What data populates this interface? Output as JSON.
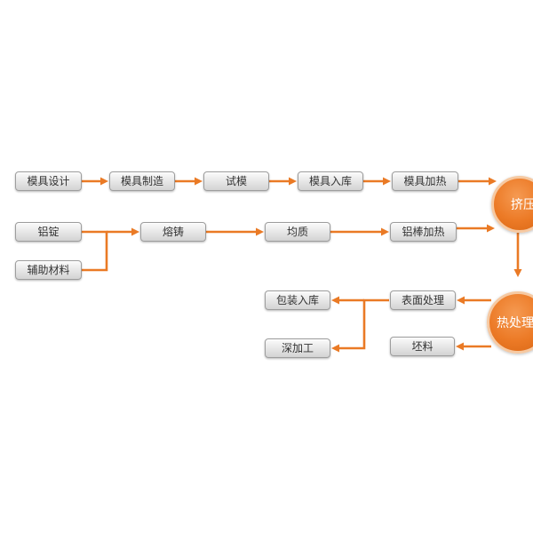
{
  "colors": {
    "arrow": "#ea7a25",
    "node_accent": "#ec7a26"
  },
  "nodes": {
    "mold_design": "模具设计",
    "mold_making": "模具制造",
    "mold_trial": "试模",
    "mold_storage": "模具入库",
    "mold_heating": "模具加热",
    "aluminum_ingot": "铝锭",
    "auxiliary_materials": "辅助材料",
    "casting": "熔铸",
    "homogenizing": "均质",
    "billet_heating": "铝棒加热",
    "extrusion": "挤压",
    "heat_treatment": "热处理",
    "surface_treatment": "表面处理",
    "blank": "坯料",
    "packing_storage": "包装入库",
    "further_processing": "深加工"
  }
}
